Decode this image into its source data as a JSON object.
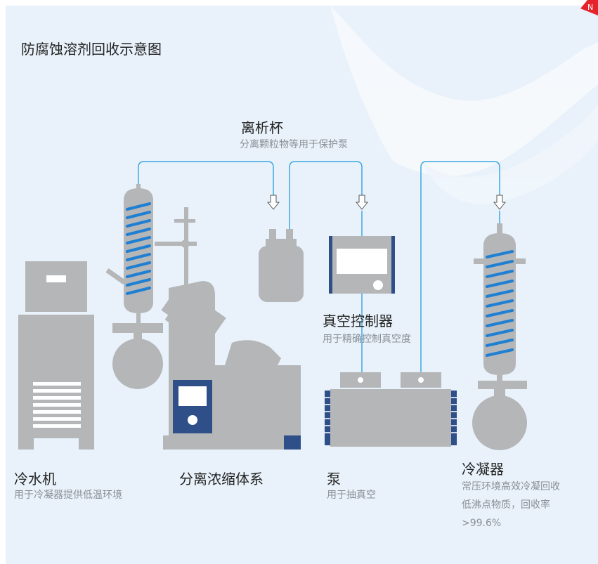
{
  "title": "防腐蚀溶剂回收示意图",
  "badge": "N",
  "colors": {
    "background": "#e9f2fa",
    "equipment": "#b4b6b8",
    "coil": "#1f7fd2",
    "pipe": "#3ea8e3",
    "panel_accent": "#2f4f88"
  },
  "components": {
    "separator": {
      "label": "离析杯",
      "desc": "分离颗粒物等用于保护泵"
    },
    "controller": {
      "label": "真空控制器",
      "desc": "用于精确控制真空度"
    },
    "chiller": {
      "label": "冷水机",
      "desc": "用于冷凝器提供低温环境"
    },
    "evaporator": {
      "label": "分离浓缩体系"
    },
    "pump": {
      "label": "泵",
      "desc": "用于抽真空"
    },
    "condenser": {
      "label": "冷凝器",
      "desc_line1": "常压环境高效冷凝回收",
      "desc_line2": "低沸点物质，回收率",
      "desc_line3": ">99.6%"
    }
  }
}
